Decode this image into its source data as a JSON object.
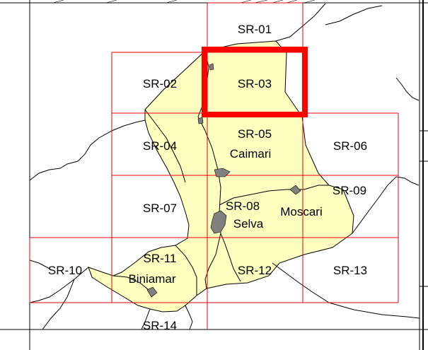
{
  "colors": {
    "municipality_fill": "#ffffc0",
    "grid_line": "#e8000b",
    "highlight": "#ff0000",
    "boundary": "#000000",
    "urban": "#808080"
  },
  "sheets": {
    "sr01": "SR-01",
    "sr02": "SR-02",
    "sr03": "SR-03",
    "sr04": "SR-04",
    "sr05": "SR-05",
    "sr06": "SR-06",
    "sr07": "SR-07",
    "sr08": "SR-08",
    "sr09": "SR-09",
    "sr10": "SR-10",
    "sr11": "SR-11",
    "sr12": "SR-12",
    "sr13": "SR-13",
    "sr14": "SR-14"
  },
  "highlighted_sheet": "SR-03",
  "places": {
    "caimari": "Caimari",
    "selva": "Selva",
    "moscari": "Moscari",
    "biniamar": "Biniamar"
  }
}
